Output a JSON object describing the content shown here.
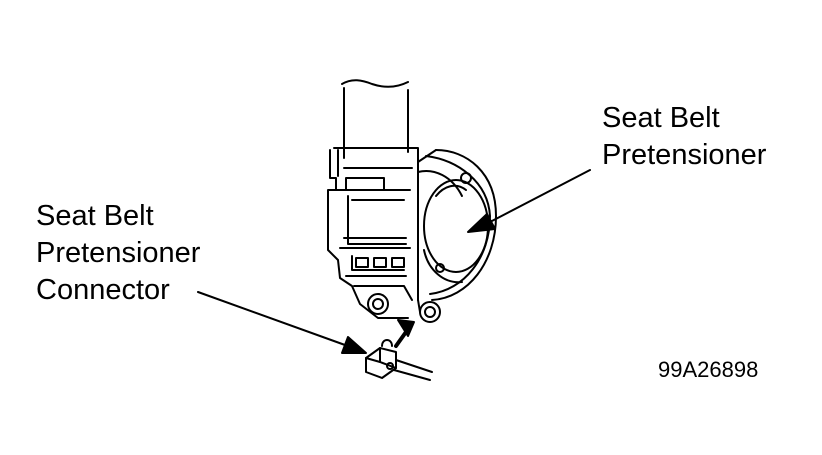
{
  "labels": {
    "pretensioner": {
      "line1": "Seat Belt",
      "line2": "Pretensioner"
    },
    "connector": {
      "line1": "Seat Belt",
      "line2": "Pretensioner",
      "line3": "Connector"
    }
  },
  "figure_id": "99A26898",
  "colors": {
    "line": "#000000",
    "background": "#ffffff"
  }
}
